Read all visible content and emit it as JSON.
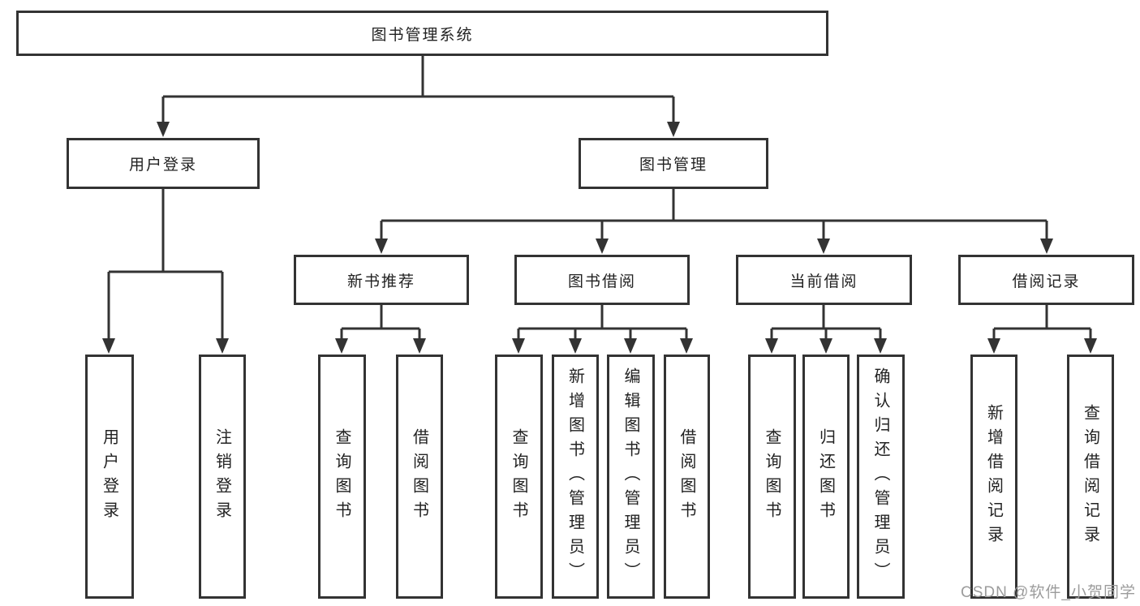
{
  "diagram": {
    "root": {
      "label": "图书管理系统"
    },
    "branches": {
      "user_login": {
        "label": "用户登录",
        "children": [
          {
            "label": "用户登录"
          },
          {
            "label": "注销登录"
          }
        ]
      },
      "book_mgmt": {
        "label": "图书管理",
        "modules": [
          {
            "label": "新书推荐",
            "children": [
              {
                "label": "查询图书"
              },
              {
                "label": "借阅图书"
              }
            ]
          },
          {
            "label": "图书借阅",
            "children": [
              {
                "label": "查询图书"
              },
              {
                "label": "新增图书（管理员）"
              },
              {
                "label": "编辑图书（管理员）"
              },
              {
                "label": "借阅图书"
              }
            ]
          },
          {
            "label": "当前借阅",
            "children": [
              {
                "label": "查询图书"
              },
              {
                "label": "归还图书"
              },
              {
                "label": "确认归还（管理员）"
              }
            ]
          },
          {
            "label": "借阅记录",
            "children": [
              {
                "label": "新增借阅记录"
              },
              {
                "label": "查询借阅记录"
              }
            ]
          }
        ]
      }
    }
  },
  "watermark": {
    "text": "CSDN @软件_小贺同学"
  },
  "colors": {
    "line": "#333333",
    "box_border": "#333333",
    "text": "#222222",
    "watermark": "#9c9c9c",
    "background": "#ffffff",
    "box_bg": "#ffffff"
  }
}
